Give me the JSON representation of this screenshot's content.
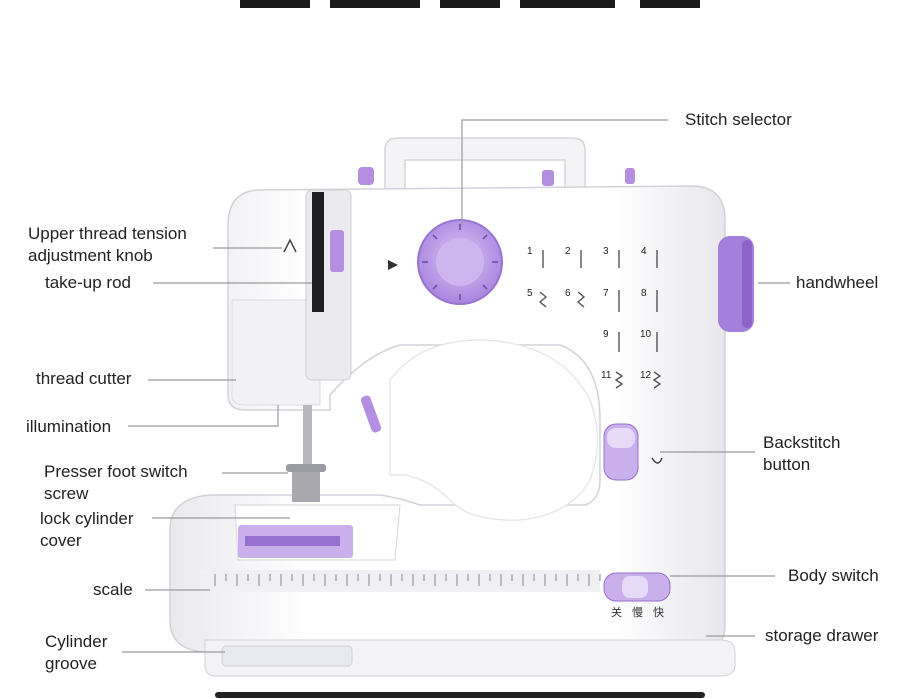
{
  "labels": {
    "stitch_selector": "Stitch selector",
    "upper_thread_tension_1": "Upper thread tension",
    "upper_thread_tension_2": "adjustment knob",
    "take_up_rod": "take-up rod",
    "handwheel": "handwheel",
    "thread_cutter": "thread cutter",
    "illumination": "illumination",
    "presser_foot_1": "Presser foot switch",
    "presser_foot_2": "screw",
    "lock_cylinder_1": "lock cylinder",
    "lock_cylinder_2": "cover",
    "backstitch_1": "Backstitch",
    "backstitch_2": "button",
    "scale": "scale",
    "body_switch": "Body switch",
    "storage_drawer": "storage drawer",
    "cylinder_groove_1": "Cylinder",
    "cylinder_groove_2": "groove"
  },
  "stitch_numbers": [
    "1",
    "2",
    "3",
    "4",
    "5",
    "6",
    "7",
    "8",
    "9",
    "10",
    "11",
    "12"
  ],
  "switch_marks": [
    "关",
    "慢",
    "快"
  ],
  "colors": {
    "accent": "#b48ee0",
    "accent_dark": "#8e62c9",
    "body": "#f7f7fa",
    "leader": "#9a9a9a"
  }
}
